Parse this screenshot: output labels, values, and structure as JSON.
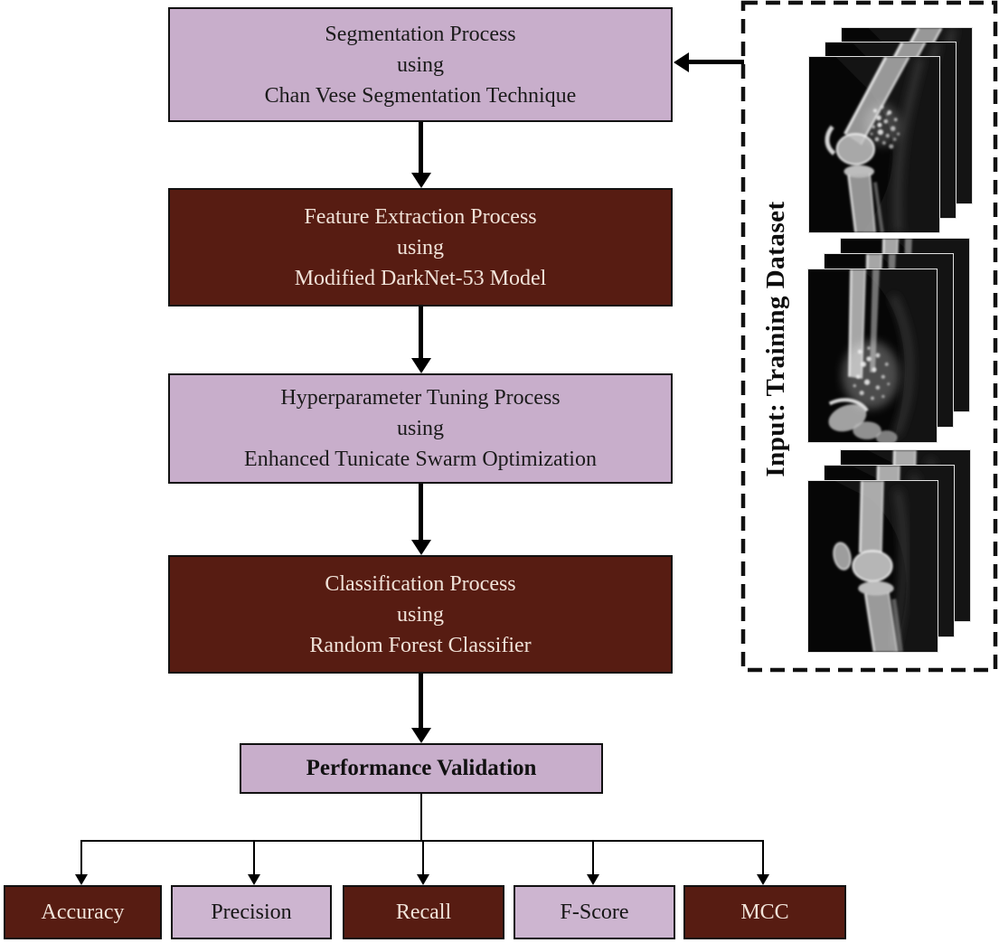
{
  "figure": {
    "flow_boxes": [
      {
        "name": "segmentation",
        "variant": "light",
        "lines": [
          "Segmentation Process",
          "using",
          "Chan Vese Segmentation Technique"
        ]
      },
      {
        "name": "feature-extraction",
        "variant": "dark",
        "lines": [
          "Feature Extraction Process",
          "using",
          "Modified DarkNet-53 Model"
        ]
      },
      {
        "name": "hyperparameter-tuning",
        "variant": "light",
        "lines": [
          "Hyperparameter Tuning Process",
          "using",
          "Enhanced Tunicate Swarm Optimization"
        ]
      },
      {
        "name": "classification",
        "variant": "dark",
        "lines": [
          "Classification Process",
          "using",
          "Random Forest Classifier"
        ]
      }
    ],
    "validation_box": {
      "label": "Performance Validation",
      "variant": "light"
    },
    "metric_boxes": [
      {
        "label": "Accuracy",
        "variant": "dark"
      },
      {
        "label": "Precision",
        "variant": "light"
      },
      {
        "label": "Recall",
        "variant": "dark"
      },
      {
        "label": "F-Score",
        "variant": "light"
      },
      {
        "label": "MCC",
        "variant": "dark"
      }
    ],
    "input_panel": {
      "label": "Input: Training Dataset",
      "xray_images": [
        "knee-lateral-xray-with-tumor",
        "lower-leg-xray-with-tumor",
        "knee-lateral-xray"
      ]
    },
    "colors": {
      "light_box": "#c8aecb",
      "dark_box": "#571c12",
      "dark_box_text": "#f0e2d8",
      "light_box_text": "#1b1b1b",
      "border": "#111111",
      "arrow": "#000000",
      "background": "#ffffff"
    }
  }
}
